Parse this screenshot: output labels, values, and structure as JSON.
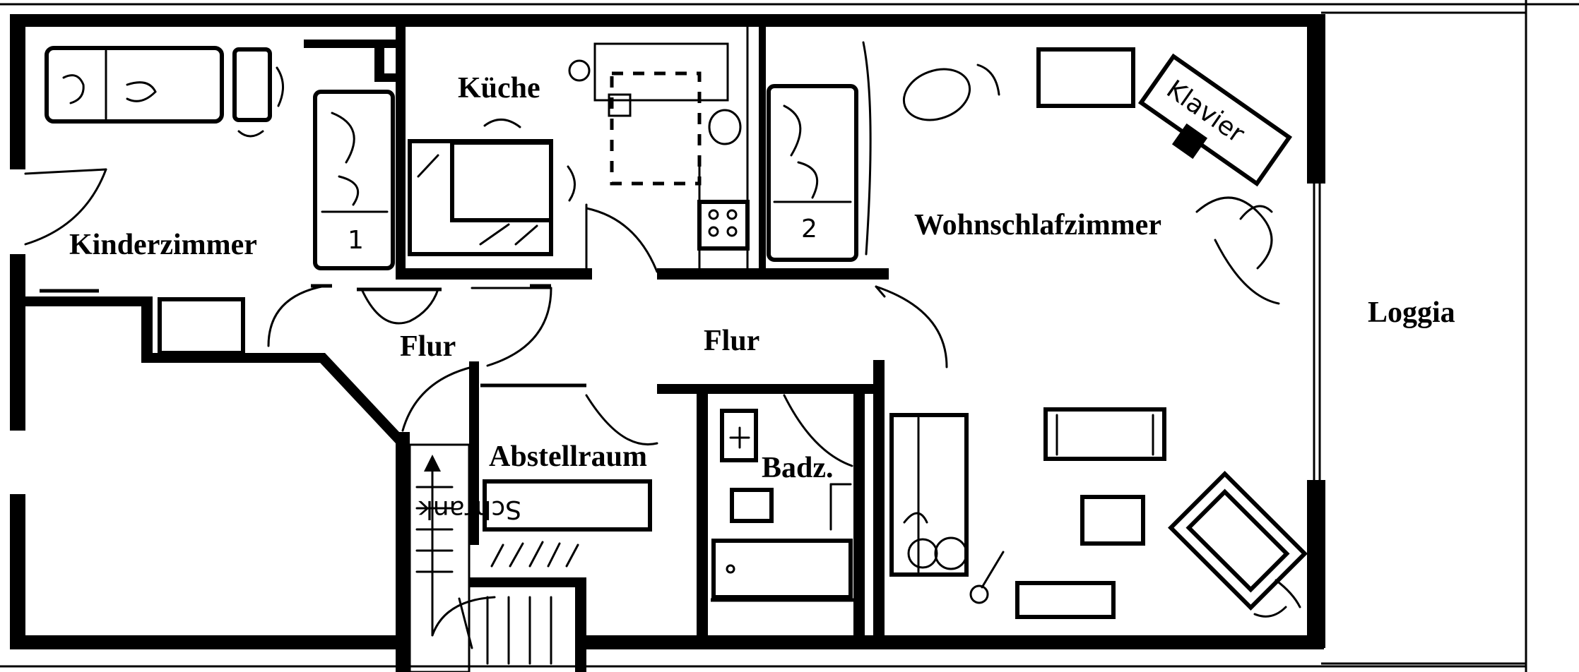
{
  "plan": {
    "rooms": {
      "kinderzimmer": "Kinderzimmer",
      "kueche": "Küche",
      "flur_left": "Flur",
      "flur_center": "Flur",
      "abstellraum": "Abstellraum",
      "badz": "Badz.",
      "wohnschlafzimmer": "Wohnschlafzimmer",
      "loggia": "Loggia"
    },
    "furniture_labels": {
      "klavier": "Klavier",
      "schrank": "Schrank",
      "bed_number_1": "1",
      "bed_number_2": "2"
    }
  }
}
